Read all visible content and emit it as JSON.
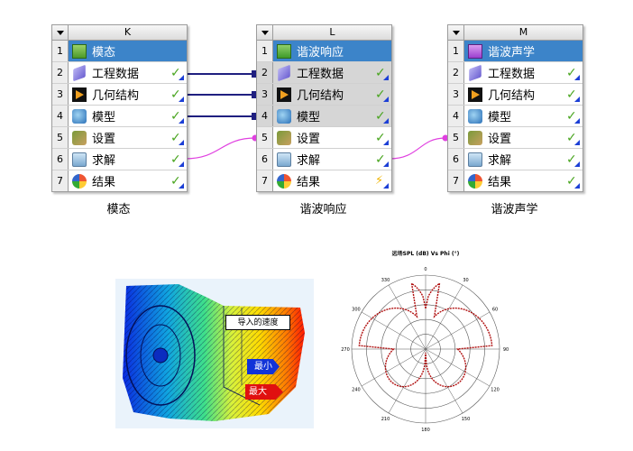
{
  "systems": [
    {
      "letter": "K",
      "caption": "模态",
      "rows": [
        {
          "num": "1",
          "label": "模态",
          "icon": "modal-icon",
          "status": ""
        },
        {
          "num": "2",
          "label": "工程数据",
          "icon": "engineering-data-icon",
          "status": "check"
        },
        {
          "num": "3",
          "label": "几何结构",
          "icon": "geometry-icon",
          "status": "check"
        },
        {
          "num": "4",
          "label": "模型",
          "icon": "model-icon",
          "status": "check"
        },
        {
          "num": "5",
          "label": "设置",
          "icon": "setup-icon",
          "status": "check"
        },
        {
          "num": "6",
          "label": "求解",
          "icon": "solution-icon",
          "status": "check"
        },
        {
          "num": "7",
          "label": "结果",
          "icon": "results-icon",
          "status": "check"
        }
      ]
    },
    {
      "letter": "L",
      "caption": "谐波响应",
      "rows": [
        {
          "num": "1",
          "label": "谐波响应",
          "icon": "harmonic-response-icon",
          "status": ""
        },
        {
          "num": "2",
          "label": "工程数据",
          "icon": "engineering-data-icon",
          "status": "check"
        },
        {
          "num": "3",
          "label": "几何结构",
          "icon": "geometry-icon",
          "status": "check"
        },
        {
          "num": "4",
          "label": "模型",
          "icon": "model-icon",
          "status": "check"
        },
        {
          "num": "5",
          "label": "设置",
          "icon": "setup-icon",
          "status": "check"
        },
        {
          "num": "6",
          "label": "求解",
          "icon": "solution-icon",
          "status": "check"
        },
        {
          "num": "7",
          "label": "结果",
          "icon": "results-icon",
          "status": "update"
        }
      ]
    },
    {
      "letter": "M",
      "caption": "谐波声学",
      "rows": [
        {
          "num": "1",
          "label": "谐波声学",
          "icon": "harmonic-acoustics-icon",
          "status": ""
        },
        {
          "num": "2",
          "label": "工程数据",
          "icon": "engineering-data-icon",
          "status": "check"
        },
        {
          "num": "3",
          "label": "几何结构",
          "icon": "geometry-icon",
          "status": "check"
        },
        {
          "num": "4",
          "label": "模型",
          "icon": "model-icon",
          "status": "check"
        },
        {
          "num": "5",
          "label": "设置",
          "icon": "setup-icon",
          "status": "check"
        },
        {
          "num": "6",
          "label": "求解",
          "icon": "solution-icon",
          "status": "check"
        },
        {
          "num": "7",
          "label": "结果",
          "icon": "results-icon",
          "status": "check"
        }
      ]
    }
  ],
  "fea_image": {
    "callout_import": "导入的速度",
    "legend_min": "最小",
    "legend_max": "最大"
  },
  "polar_plot": {
    "title": "远场SPL (dB) Vs Phi (°)",
    "angle_labels": [
      "0",
      "30",
      "60",
      "90",
      "120",
      "150",
      "180",
      "210",
      "240",
      "270",
      "300",
      "330"
    ]
  },
  "colors": {
    "title_row": "#3c84c9",
    "link_blue": "#1f1f80",
    "link_pink": "#e040e0",
    "check": "#49a51f",
    "curve": "#b01010"
  }
}
